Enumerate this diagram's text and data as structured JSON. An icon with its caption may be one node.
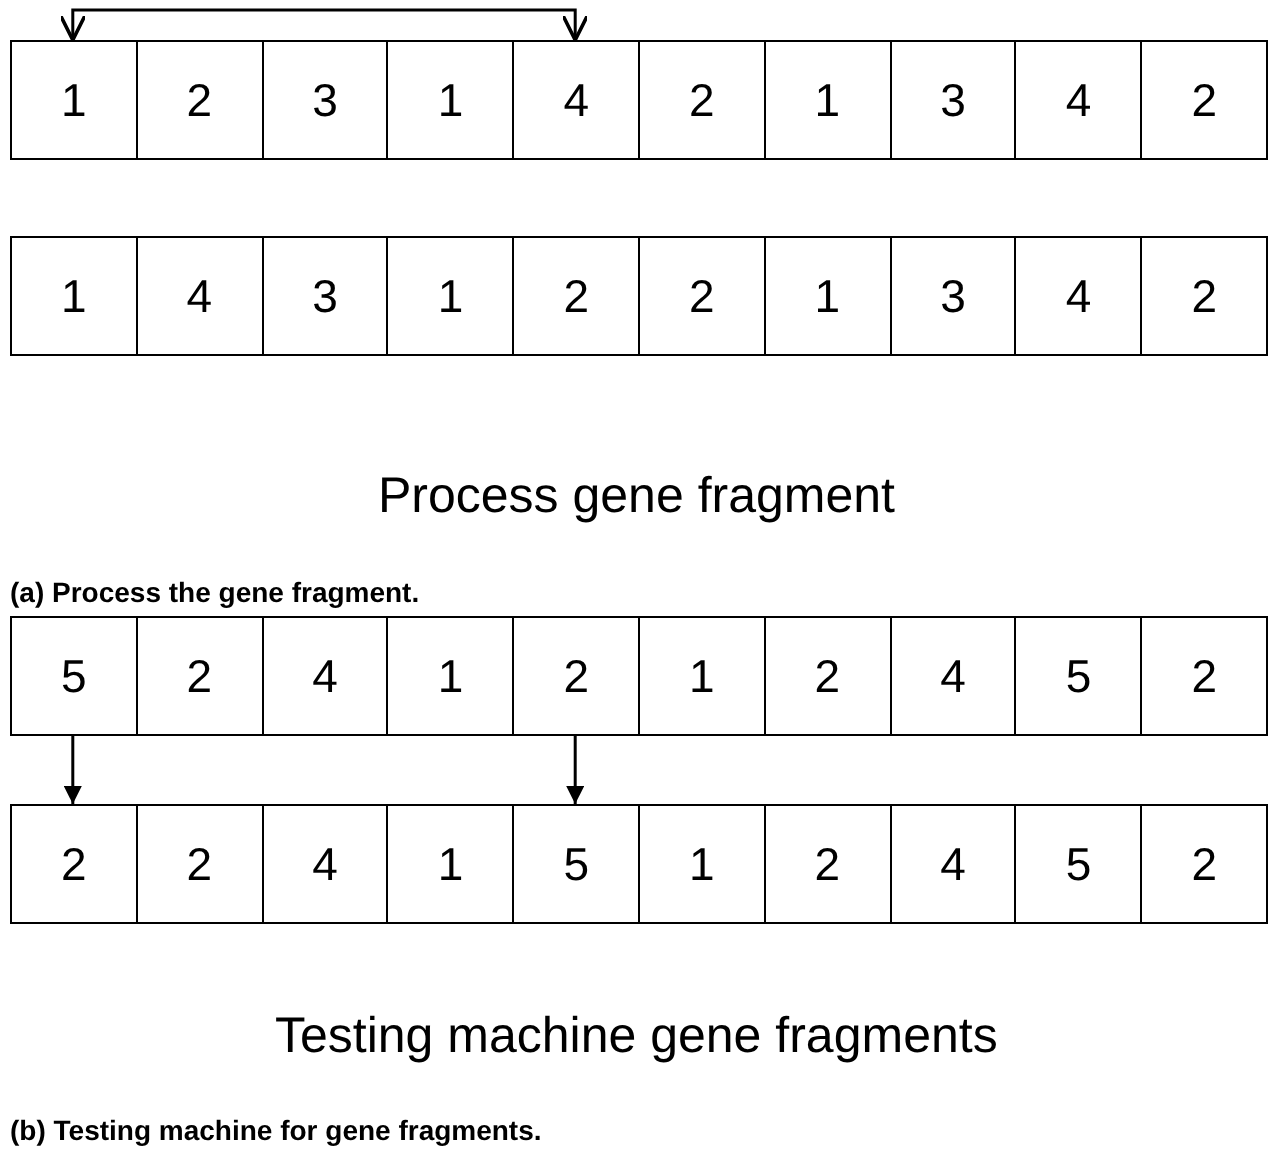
{
  "diagram": {
    "nodes": [
      {
        "text": [
          "1"
        ]
      },
      {
        "text": [
          "2"
        ]
      },
      {
        "text": [
          "3"
        ]
      },
      {
        "text": [
          "1"
        ]
      },
      {
        "text": [
          "4"
        ]
      },
      {
        "text": [
          "2"
        ]
      },
      {
        "text": [
          "1"
        ]
      },
      {
        "text": [
          "3"
        ]
      },
      {
        "text": [
          "4"
        ]
      },
      {
        "text": [
          "2"
        ]
      },
      {
        "text": [
          "1"
        ]
      },
      {
        "text": [
          "4"
        ]
      },
      {
        "text": [
          "3"
        ]
      },
      {
        "text": [
          "1"
        ]
      },
      {
        "text": [
          "2"
        ]
      },
      {
        "text": [
          "2"
        ]
      },
      {
        "text": [
          "1"
        ]
      },
      {
        "text": [
          "3"
        ]
      },
      {
        "text": [
          "4"
        ]
      },
      {
        "text": [
          "2"
        ]
      },
      {
        "text": [
          "5"
        ]
      },
      {
        "text": [
          "2"
        ]
      },
      {
        "text": [
          "4"
        ]
      },
      {
        "text": [
          "1"
        ]
      },
      {
        "text": [
          "2"
        ]
      },
      {
        "text": [
          "1"
        ]
      },
      {
        "text": [
          "2"
        ]
      },
      {
        "text": [
          "4"
        ]
      },
      {
        "text": [
          "5"
        ]
      },
      {
        "text": [
          "2"
        ]
      },
      {
        "text": [
          "2"
        ]
      },
      {
        "text": [
          "2"
        ]
      },
      {
        "text": [
          "4"
        ]
      },
      {
        "text": [
          "1"
        ]
      },
      {
        "text": [
          "5"
        ]
      },
      {
        "text": [
          "1"
        ]
      },
      {
        "text": [
          "2"
        ]
      },
      {
        "text": [
          "4"
        ]
      },
      {
        "text": [
          "5"
        ]
      },
      {
        "text": [
          "2"
        ]
      }
    ],
    "edges": [
      {
        "from": 0,
        "to": 4,
        "arrow": "both"
      },
      {
        "from": 20,
        "to": 30,
        "arrow": "to"
      },
      {
        "from": 24,
        "to": 34,
        "arrow": "to"
      }
    ],
    "labels": [
      "Process gene fragment",
      "(a) Process the gene fragment.",
      "Testing machine gene fragments",
      "(b) Testing machine for gene fragments."
    ]
  }
}
